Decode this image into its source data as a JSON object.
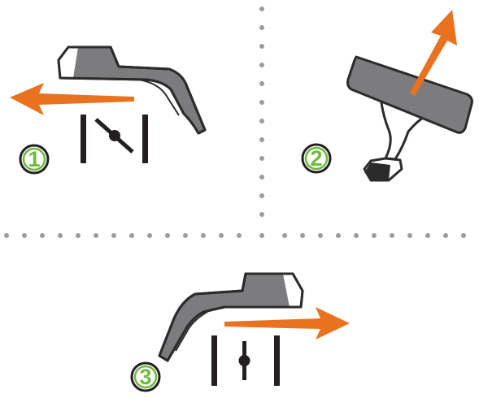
{
  "colors": {
    "part_fill": "#7c7c7e",
    "part_edge": "#2b2b2b",
    "part_highlight": "#ffffff",
    "arrow": "#e8721f",
    "badge_border": "#6fb93e",
    "badge_text": "#6fb93e",
    "bar": "#231f20",
    "divider_dots": "#9a9ca0"
  },
  "steps": [
    {
      "number": "1",
      "icon": "lever-pull-left-icon",
      "arrow": "arrow-left-icon",
      "indicator": "tilted-lock-indicator-icon"
    },
    {
      "number": "2",
      "icon": "mount-lift-up-icon",
      "arrow": "arrow-up-right-icon"
    },
    {
      "number": "3",
      "icon": "lever-push-right-icon",
      "arrow": "arrow-right-icon",
      "indicator": "straight-lock-indicator-icon"
    }
  ]
}
